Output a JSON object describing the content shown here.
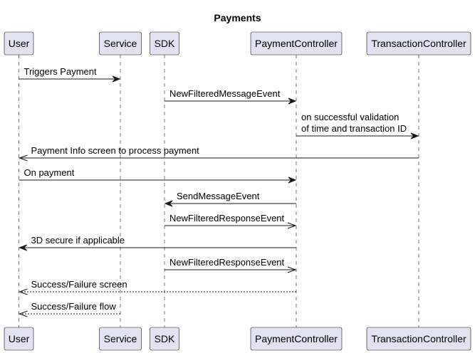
{
  "title": "Payments",
  "participants": [
    {
      "id": "user",
      "label": "User"
    },
    {
      "id": "service",
      "label": "Service"
    },
    {
      "id": "sdk",
      "label": "SDK"
    },
    {
      "id": "payment",
      "label": "PaymentController"
    },
    {
      "id": "transaction",
      "label": "TransactionController"
    }
  ],
  "messages": [
    {
      "from": "user",
      "to": "service",
      "lines": [
        "Triggers Payment"
      ],
      "style": "solid",
      "head": "filled"
    },
    {
      "from": "sdk",
      "to": "payment",
      "lines": [
        "NewFilteredMessageEvent"
      ],
      "style": "solid",
      "head": "filled"
    },
    {
      "from": "payment",
      "to": "transaction",
      "lines": [
        "on successful validation",
        "of time and transaction ID"
      ],
      "style": "solid",
      "head": "filled"
    },
    {
      "from": "transaction",
      "to": "user",
      "lines": [
        "Payment Info screen to process payment"
      ],
      "style": "solid",
      "head": "open"
    },
    {
      "from": "user",
      "to": "payment",
      "lines": [
        "On payment"
      ],
      "style": "solid",
      "head": "filled"
    },
    {
      "from": "payment",
      "to": "sdk",
      "lines": [
        "SendMessageEvent"
      ],
      "style": "solid",
      "head": "filled"
    },
    {
      "from": "sdk",
      "to": "payment",
      "lines": [
        "NewFilteredResponseEvent"
      ],
      "style": "solid",
      "head": "open"
    },
    {
      "from": "payment",
      "to": "user",
      "lines": [
        "3D secure if applicable"
      ],
      "style": "solid",
      "head": "filled"
    },
    {
      "from": "sdk",
      "to": "payment",
      "lines": [
        "NewFilteredResponseEvent"
      ],
      "style": "solid",
      "head": "open"
    },
    {
      "from": "payment",
      "to": "user",
      "lines": [
        "Success/Failure screen"
      ],
      "style": "dashed",
      "head": "open"
    },
    {
      "from": "service",
      "to": "user",
      "lines": [
        "Success/Failure flow"
      ],
      "style": "dashed",
      "head": "open"
    }
  ]
}
